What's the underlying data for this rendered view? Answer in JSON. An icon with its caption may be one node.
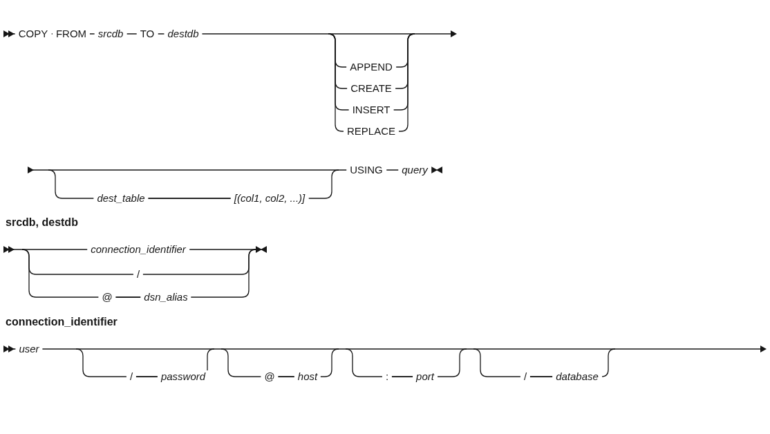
{
  "diagram": {
    "labels": [
      "COPY",
      "FROM",
      "srcdb",
      "TO",
      "destdb",
      "APPEND",
      "CREATE",
      "INSERT",
      "REPLACE",
      "dest_table",
      "[(col1, col2, ...)]",
      "USING",
      "query",
      "srcdb, destdb",
      "connection_identifier",
      "/",
      "@",
      "dsn_alias",
      "connection_identifier",
      "user",
      "/",
      "password",
      "@",
      "host",
      ":",
      "port",
      "/",
      "database"
    ]
  }
}
